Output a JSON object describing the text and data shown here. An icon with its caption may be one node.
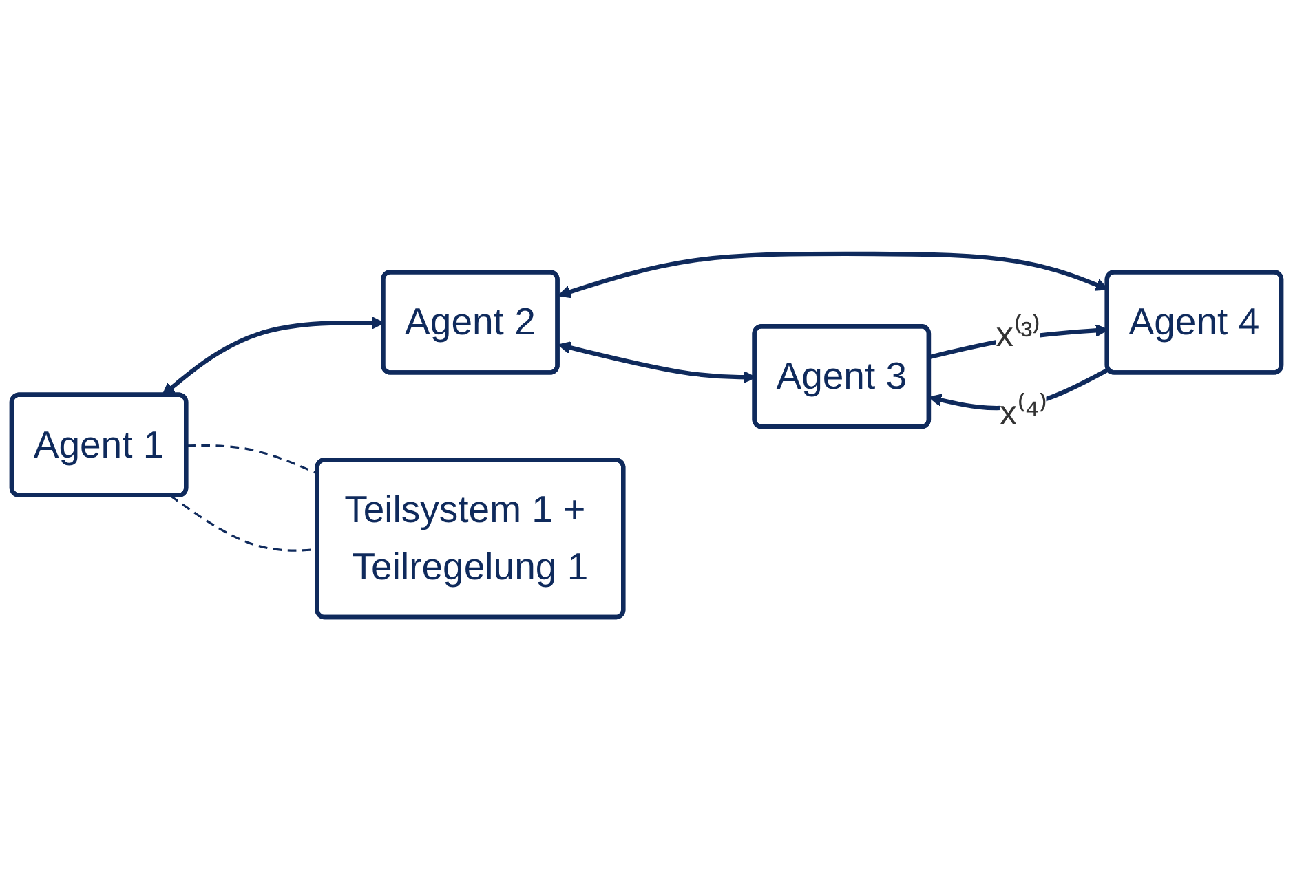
{
  "diagram": {
    "nodes": [
      {
        "text": [
          "Agent 1"
        ]
      },
      {
        "text": [
          "Agent 2"
        ]
      },
      {
        "text": [
          "Agent 3"
        ]
      },
      {
        "text": [
          "Agent 4"
        ]
      },
      {
        "text": [
          "Teilsystem 1 + Teilregelung 1"
        ]
      }
    ],
    "edges": [
      {
        "from": 0,
        "to": 1,
        "arrow": "both"
      },
      {
        "from": 1,
        "to": 2,
        "arrow": "both"
      },
      {
        "from": 1,
        "to": 3,
        "arrow": "both"
      },
      {
        "from": 2,
        "to": 3,
        "arrow": "to",
        "label": "x⁽³⁾"
      },
      {
        "from": 3,
        "to": 2,
        "arrow": "to",
        "label": "x⁽⁴⁾"
      },
      {
        "from": 0,
        "to": 4,
        "arrow": "none",
        "style": "dashed"
      },
      {
        "from": 0,
        "to": 4,
        "arrow": "none",
        "style": "dashed"
      }
    ]
  }
}
